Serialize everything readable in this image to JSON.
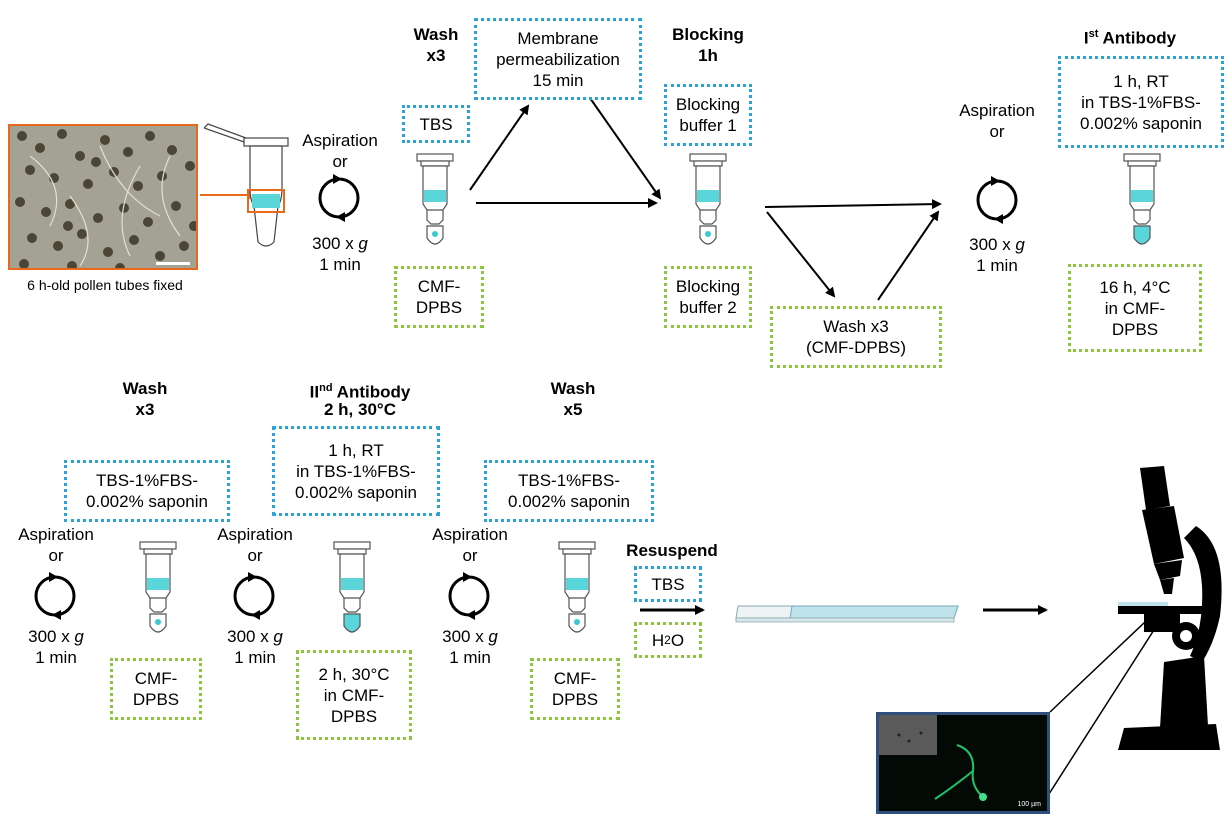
{
  "colors": {
    "blue_box": "#29a3d8",
    "green_box": "#8cc63f",
    "medium": "#5ad6da",
    "arrow": "#000000",
    "photo_border": "#e8691c",
    "micrograph_frame": "#2f4f7f"
  },
  "icons": [
    "tube-icon",
    "centrifuge-cycle-icon",
    "arrow-icon",
    "microscope-icon",
    "slide-icon"
  ],
  "row1": {
    "sample_caption": "6 h-old pollen tubes fixed",
    "spin1": {
      "line1": "Aspiration",
      "line2": "or",
      "line3": "300 x ",
      "g": "g",
      "line4": "1 min"
    },
    "wash": {
      "title1": "Wash",
      "title2": "x3",
      "top": "TBS",
      "bottom1": "CMF-",
      "bottom2": "DPBS"
    },
    "perm": {
      "line1": "Membrane",
      "line2": "permeabilization",
      "line3": "15 min"
    },
    "blocking": {
      "title1": "Blocking",
      "title2": "1h",
      "top1": "Blocking",
      "top2": "buffer 1",
      "bottom1": "Blocking",
      "bottom2": "buffer 2"
    },
    "wash_cmf": {
      "line1": "Wash x3",
      "line2": "(CMF-DPBS)"
    },
    "spin2": {
      "line1": "Aspiration",
      "line2": "or",
      "line3": "300 x ",
      "g": "g",
      "line4": "1 min"
    },
    "primary": {
      "title_pre": "I",
      "title_sup": "st",
      "title_post": " Antibody",
      "top1": "1 h, RT",
      "top2": "in TBS-1%FBS-",
      "top3": "0.002% saponin",
      "bottom1": "16 h, 4°C",
      "bottom2": "in CMF-",
      "bottom3": "DPBS"
    }
  },
  "row2": {
    "wash1": {
      "title1": "Wash",
      "title2": "x3",
      "top1": "TBS-1%FBS-",
      "top2": "0.002% saponin",
      "bottom1": "CMF-",
      "bottom2": "DPBS"
    },
    "spin_a": {
      "line1": "Aspiration",
      "line2": "or",
      "line3": "300 x ",
      "g": "g",
      "line4": "1 min"
    },
    "secondary": {
      "title_pre": "II",
      "title_sup": "nd",
      "title_post": " Antibody",
      "title2": "2 h, 30°C",
      "top1": "1 h, RT",
      "top2": "in TBS-1%FBS-",
      "top3": "0.002% saponin",
      "bottom1": "2 h, 30°C",
      "bottom2": "in CMF-",
      "bottom3": "DPBS"
    },
    "spin_b": {
      "line1": "Aspiration",
      "line2": "or",
      "line3": "300 x ",
      "g": "g",
      "line4": "1 min"
    },
    "spin_c": {
      "line1": "Aspiration",
      "line2": "or",
      "line3": "300 x ",
      "g": "g",
      "line4": "1 min"
    },
    "wash2": {
      "title1": "Wash",
      "title2": "x5",
      "top1": "TBS-1%FBS-",
      "top2": "0.002% saponin",
      "bottom1": "CMF-",
      "bottom2": "DPBS"
    },
    "resuspend": {
      "title": "Resuspend",
      "top": "TBS",
      "bottom_pre": "H",
      "bottom_sub": "2",
      "bottom_post": "O"
    },
    "scale_bar": "100 µm"
  }
}
